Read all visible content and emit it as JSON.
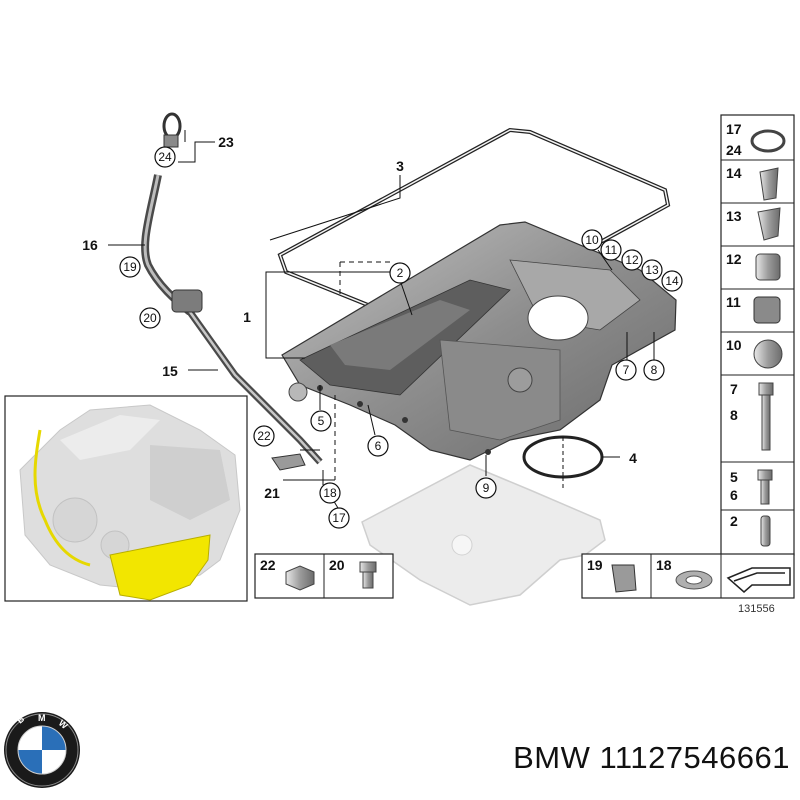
{
  "diagram": {
    "callouts": [
      "2",
      "3",
      "1",
      "5",
      "6",
      "7",
      "8",
      "9",
      "4",
      "10",
      "11",
      "12",
      "13",
      "14",
      "15",
      "16",
      "17",
      "18",
      "19",
      "20",
      "21",
      "22",
      "23",
      "24"
    ],
    "side_panel": {
      "rows": [
        {
          "labels": [
            "17",
            "24"
          ],
          "part": "o-ring"
        },
        {
          "labels": [
            "14"
          ],
          "part": "sleeve"
        },
        {
          "labels": [
            "13"
          ],
          "part": "guide"
        },
        {
          "labels": [
            "12"
          ],
          "part": "bushing"
        },
        {
          "labels": [
            "11"
          ],
          "part": "holder"
        },
        {
          "labels": [
            "10"
          ],
          "part": "cap"
        },
        {
          "labels": [
            "7",
            "8"
          ],
          "part": "long-bolt"
        },
        {
          "labels": [
            "5",
            "6"
          ],
          "part": "bolt"
        },
        {
          "labels": [
            "2"
          ],
          "part": "dowel"
        }
      ]
    },
    "bottom_panel": [
      {
        "label": "22",
        "part": "nut"
      },
      {
        "label": "20",
        "part": "drain-plug"
      }
    ],
    "bottom_right_panel": [
      {
        "label": "19",
        "part": "clip"
      },
      {
        "label": "18",
        "part": "washer"
      }
    ],
    "reference_number": "131556"
  },
  "brand": {
    "logo_letters": "BMW"
  },
  "caption": "BMW 11127546661",
  "colors": {
    "line": "#111111",
    "part_gray": "#9a9a9a",
    "part_dark": "#6e6e6e",
    "ghost_gray": "#d9d9d9",
    "highlight_yellow": "#f2e600",
    "bmw_blue": "#2a6fb8"
  }
}
